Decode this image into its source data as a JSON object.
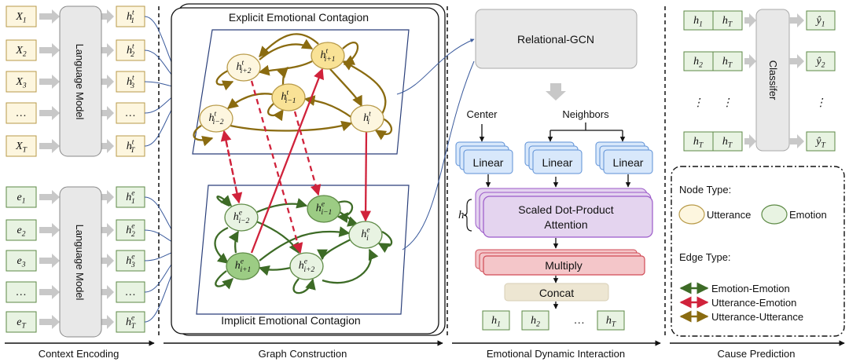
{
  "colors": {
    "utterance_fill": "#fdf6df",
    "utterance_stroke": "#b89a48",
    "utterance_hl": "#f9e296",
    "emotion_fill": "#e8f3e2",
    "emotion_stroke": "#5d8a45",
    "emotion_hl": "#9ccc84",
    "olive": "#8a6b10",
    "dark_green": "#3d6b26",
    "red": "#d0223b",
    "blue_line": "#3a5a9c",
    "linear_fill": "#d8e8fb",
    "linear_stroke": "#5b8fd6",
    "attn_fill": "#e4d4ef",
    "attn_stroke": "#9b59c9",
    "mult_fill": "#f4c6c9",
    "mult_stroke": "#d04a55",
    "concat_fill": "#ede6d2",
    "grey_box": "#e8e8e8",
    "grey_arrow": "#c8c8c8"
  },
  "sections": {
    "context_encoding": "Context Encoding",
    "graph_construction": "Graph Construction",
    "emotional_dynamic_interaction": "Emotional Dynamic Interaction",
    "cause_prediction": "Cause Prediction"
  },
  "encoding": {
    "language_model": "Language Model",
    "utterance_inputs": [
      {
        "base": "X",
        "sub": "1"
      },
      {
        "base": "X",
        "sub": "2"
      },
      {
        "base": "X",
        "sub": "3"
      },
      {
        "base": "…",
        "sub": ""
      },
      {
        "base": "X",
        "sub": "T"
      }
    ],
    "utterance_outputs": [
      {
        "base": "h",
        "sup": "t",
        "sub": "1"
      },
      {
        "base": "h",
        "sup": "t",
        "sub": "2"
      },
      {
        "base": "h",
        "sup": "t",
        "sub": "3"
      },
      {
        "base": "…",
        "sup": "",
        "sub": ""
      },
      {
        "base": "h",
        "sup": "t",
        "sub": "T"
      }
    ],
    "emotion_inputs": [
      {
        "base": "e",
        "sub": "1"
      },
      {
        "base": "e",
        "sub": "2"
      },
      {
        "base": "e",
        "sub": "3"
      },
      {
        "base": "…",
        "sub": ""
      },
      {
        "base": "e",
        "sub": "T"
      }
    ],
    "emotion_outputs": [
      {
        "base": "h",
        "sup": "e",
        "sub": "1"
      },
      {
        "base": "h",
        "sup": "e",
        "sub": "2"
      },
      {
        "base": "h",
        "sup": "e",
        "sub": "3"
      },
      {
        "base": "…",
        "sup": "",
        "sub": ""
      },
      {
        "base": "h",
        "sup": "e",
        "sub": "T"
      }
    ]
  },
  "graph": {
    "explicit_title": "Explicit Emotional Contagion",
    "implicit_title": "Implicit Emotional Contagion",
    "utterance_nodes": [
      {
        "sup": "t",
        "sub": "i+2"
      },
      {
        "sup": "t",
        "sub": "i+1"
      },
      {
        "sup": "t",
        "sub": "i−1"
      },
      {
        "sup": "t",
        "sub": "i−2"
      },
      {
        "sup": "t",
        "sub": "i"
      }
    ],
    "emotion_nodes": [
      {
        "sup": "e",
        "sub": "i−2"
      },
      {
        "sup": "e",
        "sub": "i−1"
      },
      {
        "sup": "e",
        "sub": "i"
      },
      {
        "sup": "e",
        "sub": "i+1"
      },
      {
        "sup": "e",
        "sub": "i+2"
      }
    ]
  },
  "interaction": {
    "rgcn": "Relational-GCN",
    "center": "Center",
    "neighbors": "Neighbors",
    "linear": "Linear",
    "attention_line1": "Scaled Dot-Product",
    "attention_line2": "Attention",
    "heads": "h",
    "multiply": "Multiply",
    "concat": "Concat",
    "outputs": [
      {
        "base": "h",
        "sub": "1"
      },
      {
        "base": "h",
        "sub": "2"
      },
      {
        "base": "…",
        "sub": ""
      },
      {
        "base": "h",
        "sub": "T"
      }
    ]
  },
  "prediction": {
    "classifier": "Classifer",
    "pairs": [
      [
        {
          "base": "h",
          "sub": "1"
        },
        {
          "base": "h",
          "sub": "T"
        }
      ],
      [
        {
          "base": "h",
          "sub": "2"
        },
        {
          "base": "h",
          "sub": "T"
        }
      ],
      [
        {
          "base": "⋮",
          "sub": ""
        },
        {
          "base": "⋮",
          "sub": ""
        }
      ],
      [
        {
          "base": "h",
          "sub": "T"
        },
        {
          "base": "h",
          "sub": "T"
        }
      ]
    ],
    "outputs": [
      {
        "base": "ŷ",
        "sub": "1"
      },
      {
        "base": "ŷ",
        "sub": "2"
      },
      {
        "base": "⋮",
        "sub": ""
      },
      {
        "base": "ŷ",
        "sub": "T"
      }
    ]
  },
  "legend": {
    "node_type_title": "Node Type:",
    "utterance": "Utterance",
    "emotion": "Emotion",
    "edge_type_title": "Edge Type:",
    "emotion_emotion": "Emotion-Emotion",
    "utterance_emotion": "Utterance-Emotion",
    "utterance_utterance": "Utterance-Utterance"
  }
}
